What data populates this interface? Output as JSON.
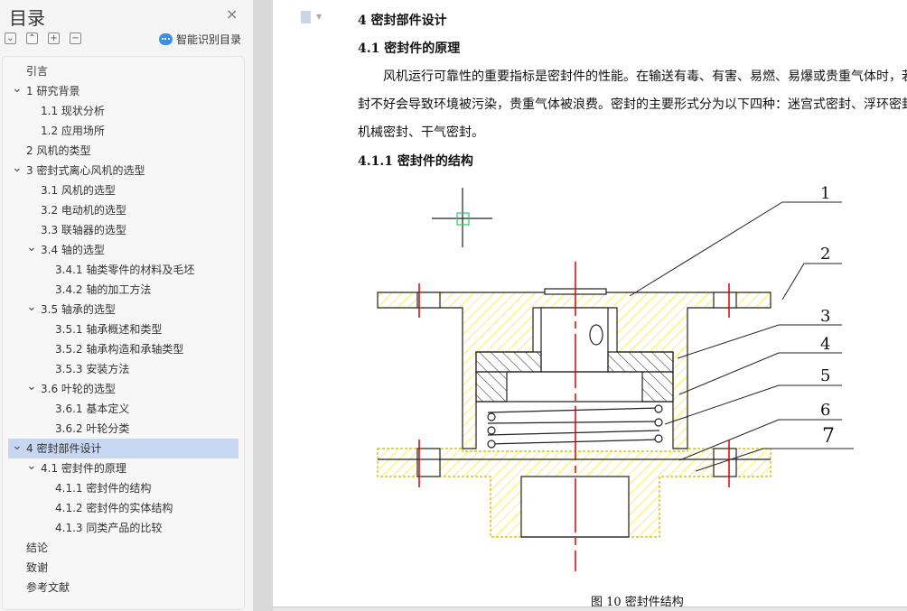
{
  "sidebar": {
    "title": "目录",
    "close_icon": "×",
    "buttons": [
      "expand-all",
      "collapse-all",
      "add",
      "remove"
    ],
    "button_glyphs": [
      "⌄",
      "⌃",
      "+",
      "−"
    ],
    "smart_label": "智能识别目录",
    "items": [
      {
        "label": "引言",
        "level": 0,
        "chevron": false
      },
      {
        "label": "1 研究背景",
        "level": 0,
        "chevron": true
      },
      {
        "label": "1.1 现状分析",
        "level": 1,
        "chevron": false
      },
      {
        "label": "1.2  应用场所",
        "level": 1,
        "chevron": false
      },
      {
        "label": "2  风机的类型",
        "level": 0,
        "chevron": false
      },
      {
        "label": "3  密封式离心风机的选型",
        "level": 0,
        "chevron": true
      },
      {
        "label": "3.1  风机的选型",
        "level": 1,
        "chevron": false
      },
      {
        "label": "3.2  电动机的选型",
        "level": 1,
        "chevron": false
      },
      {
        "label": "3.3 联轴器的选型",
        "level": 1,
        "chevron": false
      },
      {
        "label": "3.4 轴的选型",
        "level": 1,
        "chevron": true
      },
      {
        "label": "3.4.1 轴类零件的材料及毛坯",
        "level": 2,
        "chevron": false
      },
      {
        "label": "3.4.2 轴的加工方法",
        "level": 2,
        "chevron": false
      },
      {
        "label": "3.5  轴承的选型",
        "level": 1,
        "chevron": true
      },
      {
        "label": "3.5.1 轴承概述和类型",
        "level": 2,
        "chevron": false
      },
      {
        "label": "3.5.2 轴承构造和承轴类型",
        "level": 2,
        "chevron": false
      },
      {
        "label": "3.5.3 安装方法",
        "level": 2,
        "chevron": false
      },
      {
        "label": "3.6 叶轮的选型",
        "level": 1,
        "chevron": true
      },
      {
        "label": "3.6.1 基本定义",
        "level": 2,
        "chevron": false
      },
      {
        "label": "3.6.2 叶轮分类",
        "level": 2,
        "chevron": false
      },
      {
        "label": "4 密封部件设计",
        "level": 0,
        "chevron": true,
        "selected": true
      },
      {
        "label": "4.1 密封件的原理",
        "level": 1,
        "chevron": true
      },
      {
        "label": "4.1.1 密封件的结构",
        "level": 2,
        "chevron": false
      },
      {
        "label": "4.1.2 密封件的实体结构",
        "level": 2,
        "chevron": false
      },
      {
        "label": "4.1.3 同类产品的比较",
        "level": 2,
        "chevron": false
      },
      {
        "label": "结论",
        "level": 0,
        "chevron": false
      },
      {
        "label": "致谢",
        "level": 0,
        "chevron": false
      },
      {
        "label": "参考文献",
        "level": 0,
        "chevron": false
      }
    ]
  },
  "document": {
    "heading1": "4 密封部件设计",
    "heading2": "4.1 密封件的原理",
    "para_lines": [
      "　　风机运行可靠性的重要指标是密封件的性能。在输送有毒、有害、易燃、易爆或贵重气体时，若",
      "封不好会导致环境被污染，贵重气体被浪费。密封的主要形式分为以下四种：迷宫式密封、浮环密封",
      "机械密封、干气密封。"
    ],
    "heading3": "4.1.1 密封件的结构",
    "figure_labels": [
      "1",
      "2",
      "3",
      "4",
      "5",
      "6",
      "7"
    ],
    "caption": "图 10  密封件结构"
  },
  "colors": {
    "selected": "#c7d7f1",
    "hatch": "#f2e600",
    "centerline": "#e00000"
  }
}
